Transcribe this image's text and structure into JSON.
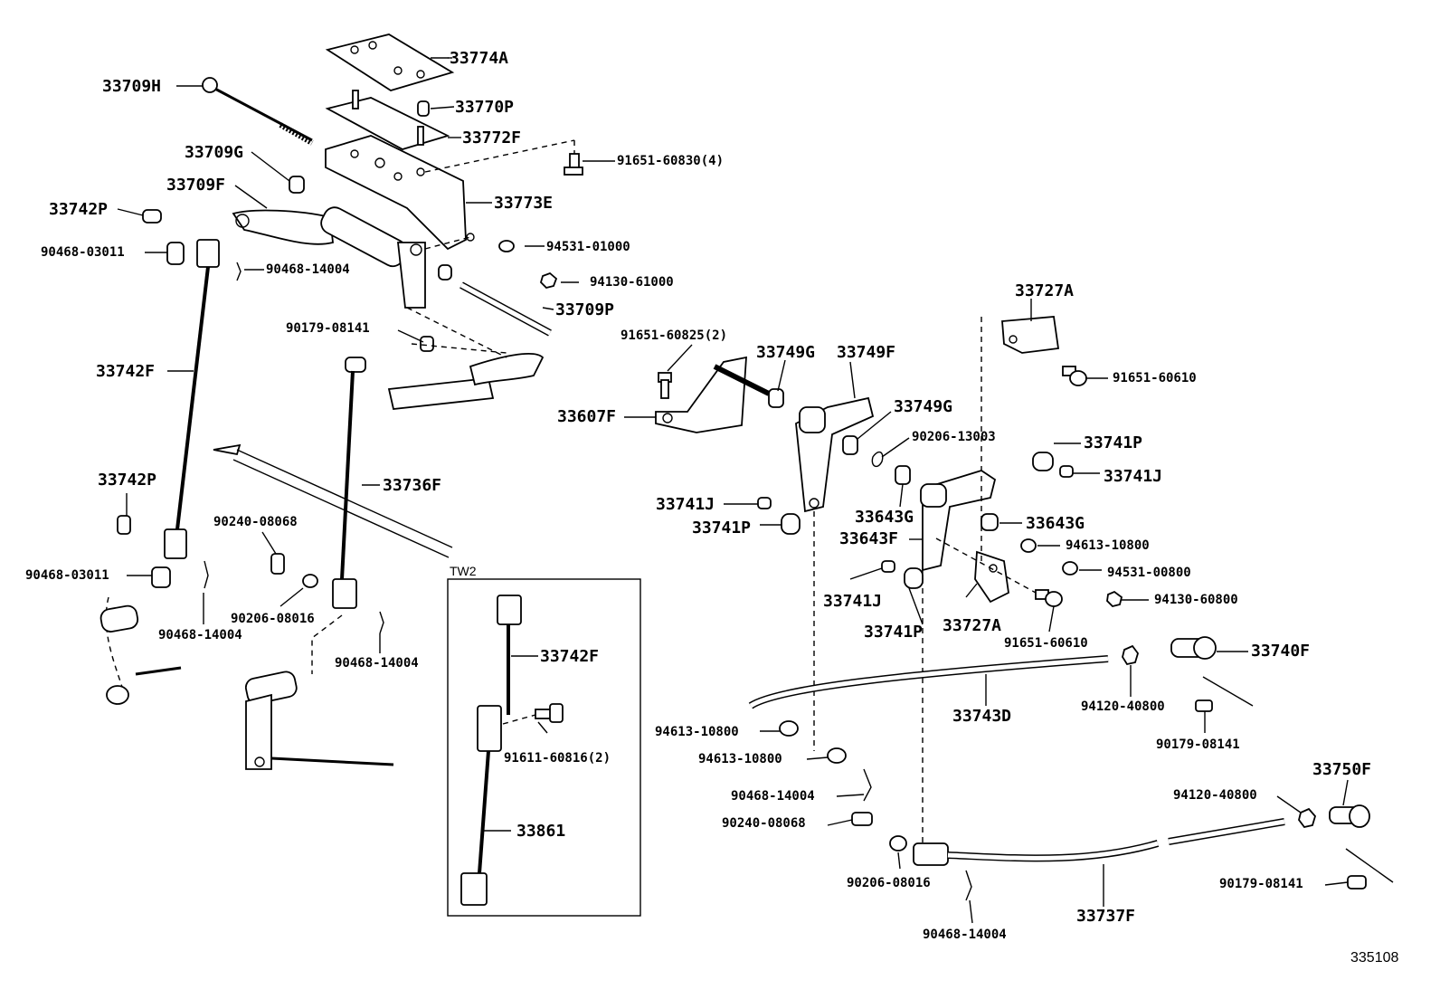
{
  "diagram": {
    "figure_number": "335108",
    "inset_title": "TW2",
    "callouts": {
      "c33774A": "33774A",
      "c33709H": "33709H",
      "c33770P": "33770P",
      "c33772F": "33772F",
      "c91651_60830": "91651-60830(4)",
      "c33709G": "33709G",
      "c33709F": "33709F",
      "c33773E": "33773E",
      "c33742P_top": "33742P",
      "c90468_03011_top": "90468-03011",
      "c94531_01000": "94531-01000",
      "c90468_14004_a": "90468-14004",
      "c94130_61000": "94130-61000",
      "c33709P": "33709P",
      "c90179_08141_a": "90179-08141",
      "c33742F": "33742F",
      "c33736F": "33736F",
      "c33742P_bot": "33742P",
      "c90240_08068_a": "90240-08068",
      "c90468_03011_bot": "90468-03011",
      "c90206_08016_a": "90206-08016",
      "c90468_14004_b": "90468-14004",
      "c90468_14004_c": "90468-14004",
      "c33727A_top": "33727A",
      "c91651_60825": "91651-60825(2)",
      "c33749G_a": "33749G",
      "c33749F": "33749F",
      "c91651_60610_a": "91651-60610",
      "c33607F": "33607F",
      "c33749G_b": "33749G",
      "c90206_13003": "90206-13003",
      "c33741P_a": "33741P",
      "c33741J_a": "33741J",
      "c33741J_b": "33741J",
      "c33741P_b": "33741P",
      "c33643G_a": "33643G",
      "c33643G_b": "33643G",
      "c33643F": "33643F",
      "c94613_10800_a": "94613-10800",
      "c94531_00800": "94531-00800",
      "c94130_60800": "94130-60800",
      "c33741J_c": "33741J",
      "c33727A_bot": "33727A",
      "c33741P_c": "33741P",
      "c91651_60610_b": "91651-60610",
      "c33740F": "33740F",
      "c33743D": "33743D",
      "c94120_40800_a": "94120-40800",
      "c94613_10800_b": "94613-10800",
      "c94613_10800_c": "94613-10800",
      "c90179_08141_b": "90179-08141",
      "c90468_14004_d": "90468-14004",
      "c33750F": "33750F",
      "c90240_08068_b": "90240-08068",
      "c94120_40800_b": "94120-40800",
      "c90206_08016_b": "90206-08016",
      "c90179_08141_c": "90179-08141",
      "c33737F": "33737F",
      "c90468_14004_e": "90468-14004",
      "c33742F_inset": "33742F",
      "c91611_60816": "91611-60816(2)",
      "c33861": "33861"
    }
  }
}
